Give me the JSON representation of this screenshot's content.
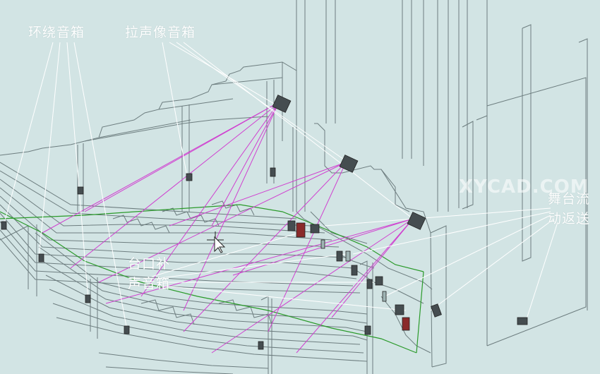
{
  "labels": {
    "surround": "环绕音箱",
    "pull_image": "拉声像音箱",
    "proscenium_fill_1": "台口补",
    "proscenium_fill_2": "声音箱",
    "stage_return_1": "舞台流",
    "stage_return_2": "动返送"
  },
  "watermark": "XYCAD.COM",
  "colors": {
    "background": "#d2e4e4",
    "structure_line": "#6d7d7f",
    "coverage_line": "#d040d0",
    "boundary_line": "#2a9a2a",
    "leader_line": "#ffffff",
    "speaker": "#454d50"
  }
}
